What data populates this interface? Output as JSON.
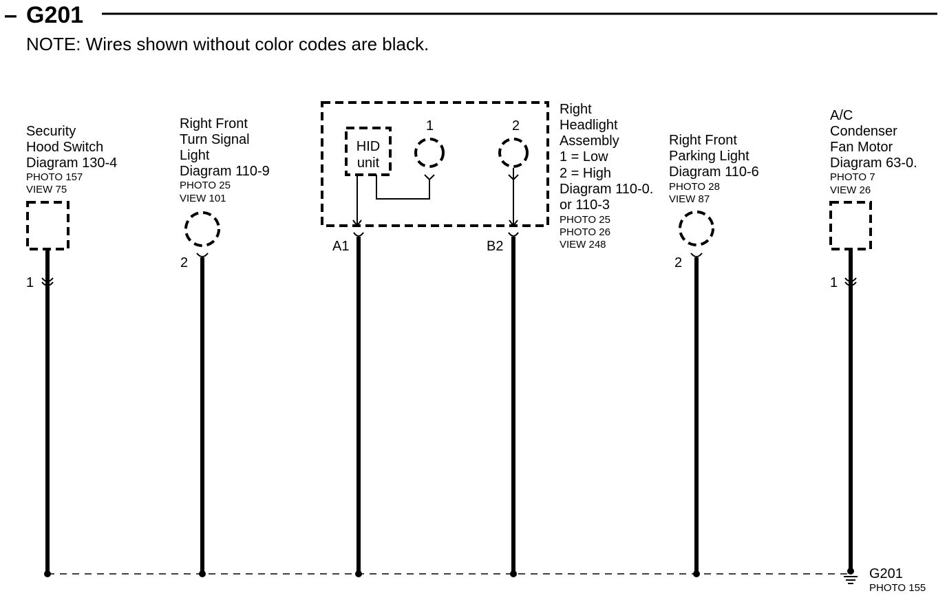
{
  "header": {
    "dash": "–",
    "title": "G201",
    "note": "NOTE: Wires shown without color codes are black."
  },
  "components": {
    "security_hood_switch": {
      "lines": [
        "Security",
        "Hood Switch",
        "Diagram  130-4"
      ],
      "small": [
        "PHOTO 157",
        "VIEW 75"
      ],
      "pin": "1"
    },
    "right_front_turn_signal": {
      "lines": [
        "Right Front",
        "Turn Signal",
        "Light",
        "Diagram 110-9"
      ],
      "small": [
        "PHOTO 25",
        "VIEW 101"
      ],
      "pin": "2"
    },
    "right_headlight_assembly": {
      "lines": [
        "Right",
        "Headlight",
        "Assembly",
        "1 =  Low",
        "2 =  High",
        "Diagram 110-0.",
        "or 110-3"
      ],
      "small": [
        "PHOTO 25",
        "PHOTO 26",
        "VIEW 248"
      ],
      "hid_label": [
        "HID",
        "unit"
      ],
      "bulb1": "1",
      "bulb2": "2",
      "pin_a": "A1",
      "pin_b": "B2"
    },
    "right_front_parking_light": {
      "lines": [
        "Right Front",
        "Parking Light",
        "Diagram 110-6"
      ],
      "small": [
        "PHOTO 28",
        "VIEW 87"
      ],
      "pin": "2"
    },
    "ac_condenser_fan_motor": {
      "lines": [
        "A/C",
        "Condenser",
        "Fan Motor",
        "Diagram 63-0."
      ],
      "small": [
        "PHOTO 7",
        "VIEW 26"
      ],
      "pin": "1"
    }
  },
  "ground": {
    "label": "G201",
    "photo": "PHOTO 155"
  }
}
